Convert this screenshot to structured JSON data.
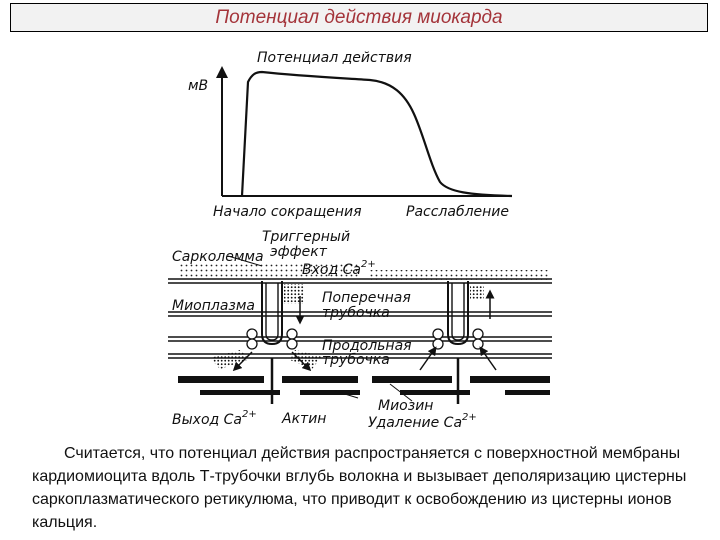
{
  "title": "Потенциал действия миокарда",
  "ap_graph": {
    "y_axis_label": "мВ",
    "curve_label": "Потенциал действия",
    "start_label": "Начало сокращения",
    "end_label": "Расслабление"
  },
  "cell_diagram": {
    "sarcolemma": "Сарколемма",
    "trigger_line1": "Триггерный",
    "trigger_line2": "эффект",
    "ca_entry": "Вход Са",
    "myoplasm": "Миоплазма",
    "t_tubule_line1": "Поперечная",
    "t_tubule_line2": "трубочка",
    "l_tubule_line1": "Продольная",
    "l_tubule_line2": "трубочка",
    "ca_release": "Выход Са",
    "actin": "Актин",
    "myosin": "Миозин",
    "ca_removal": "Удаление Са",
    "superscript": "2+"
  },
  "caption": "Считается, что потенциал действия распространяется с поверхностной мембраны кардиомиоцита вдоль Т-трубочки вглубь волокна и вызывает деполяризацию цистерны саркоплазматического ретикулюма, что приводит к освобождению из цистерны ионов кальция."
}
